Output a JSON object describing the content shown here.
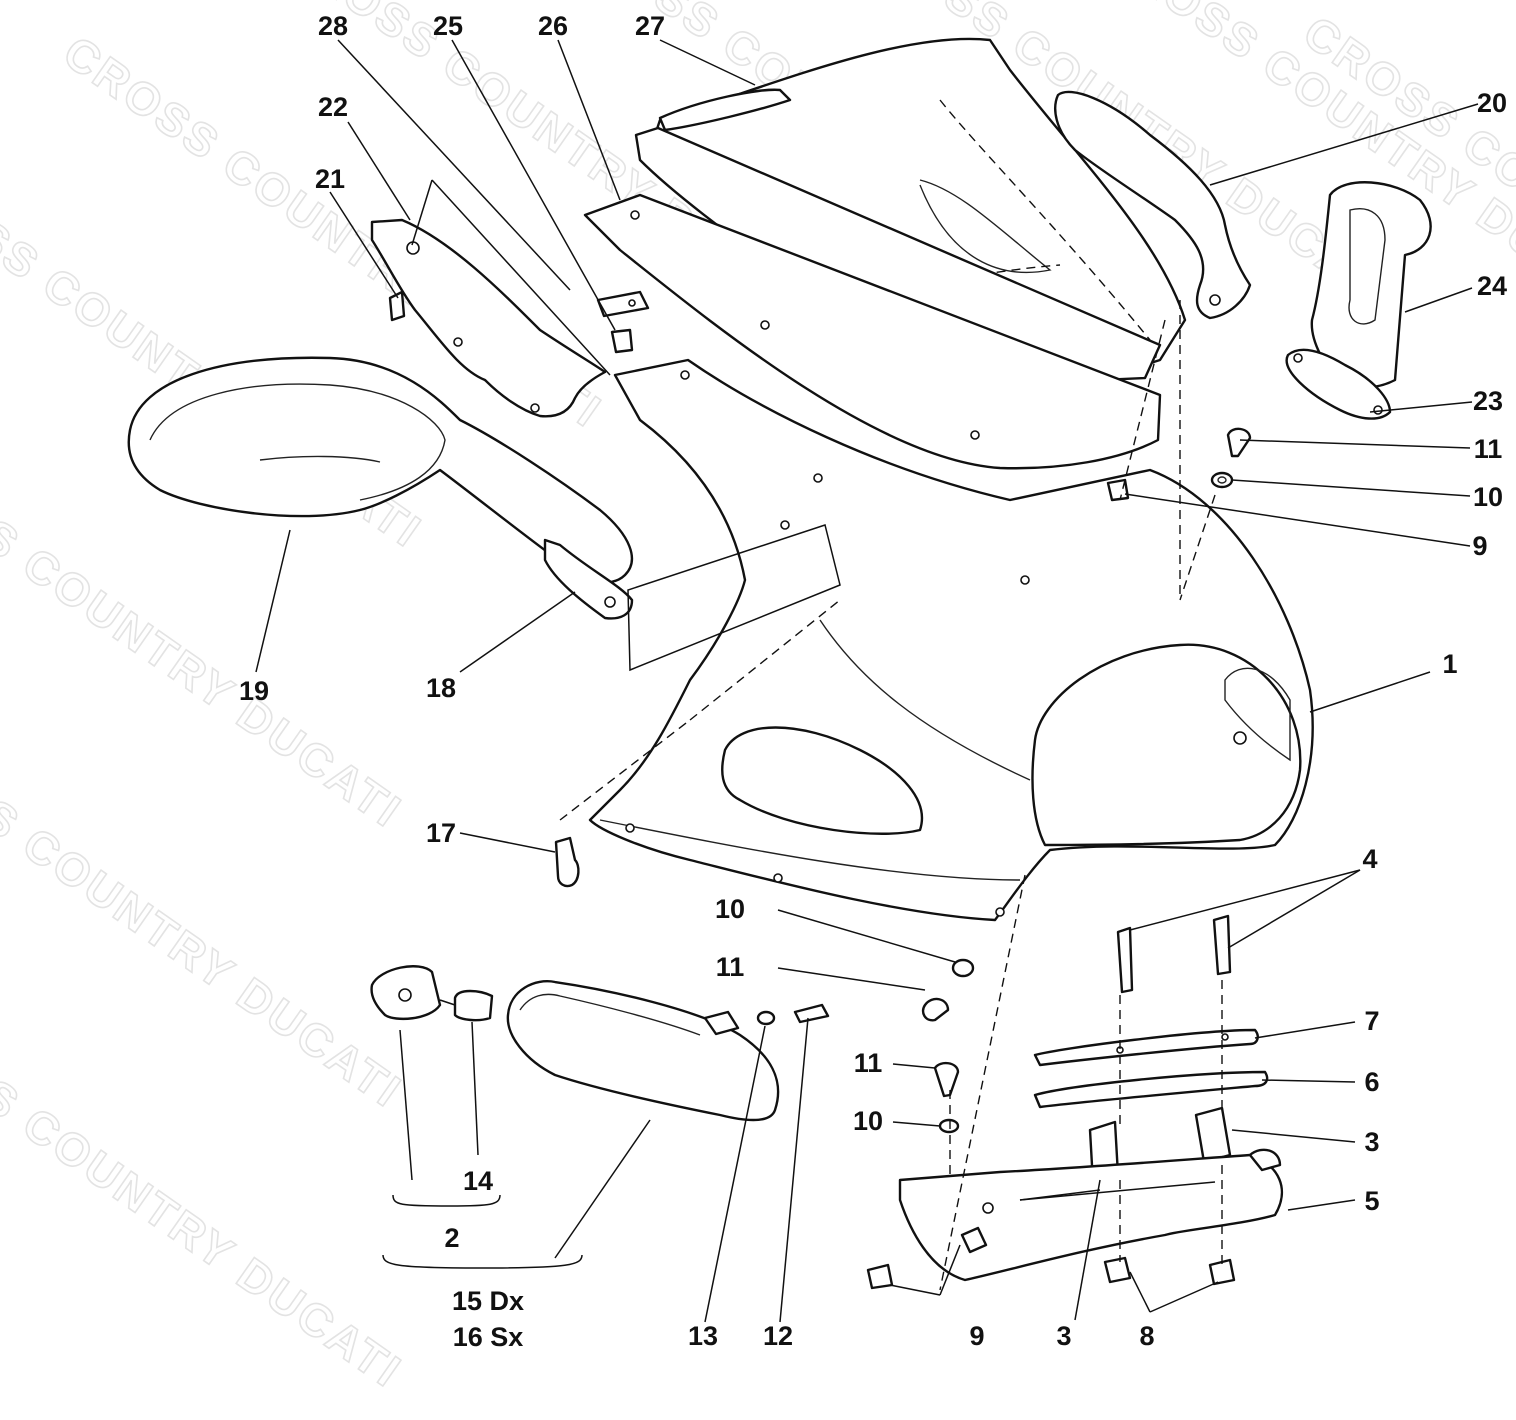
{
  "watermark": "CROSS COUNTRY DUCATI",
  "callouts": [
    {
      "id": "c28",
      "text": "28"
    },
    {
      "id": "c25",
      "text": "25"
    },
    {
      "id": "c26",
      "text": "26"
    },
    {
      "id": "c27",
      "text": "27"
    },
    {
      "id": "c22",
      "text": "22"
    },
    {
      "id": "c21",
      "text": "21"
    },
    {
      "id": "c20",
      "text": "20"
    },
    {
      "id": "c24",
      "text": "24"
    },
    {
      "id": "c23",
      "text": "23"
    },
    {
      "id": "c11a",
      "text": "11"
    },
    {
      "id": "c10a",
      "text": "10"
    },
    {
      "id": "c9a",
      "text": "9"
    },
    {
      "id": "c1",
      "text": "1"
    },
    {
      "id": "c19",
      "text": "19"
    },
    {
      "id": "c18",
      "text": "18"
    },
    {
      "id": "c17",
      "text": "17"
    },
    {
      "id": "c4",
      "text": "4"
    },
    {
      "id": "c10b",
      "text": "10"
    },
    {
      "id": "c11b",
      "text": "11"
    },
    {
      "id": "c7",
      "text": "7"
    },
    {
      "id": "c6",
      "text": "6"
    },
    {
      "id": "c11c",
      "text": "11"
    },
    {
      "id": "c10c",
      "text": "10"
    },
    {
      "id": "c3a",
      "text": "3"
    },
    {
      "id": "c5",
      "text": "5"
    },
    {
      "id": "c14",
      "text": "14"
    },
    {
      "id": "c2",
      "text": "2"
    },
    {
      "id": "c15",
      "text": "15 Dx"
    },
    {
      "id": "c16",
      "text": "16 Sx"
    },
    {
      "id": "c13",
      "text": "13"
    },
    {
      "id": "c12",
      "text": "12"
    },
    {
      "id": "c9b",
      "text": "9"
    },
    {
      "id": "c3b",
      "text": "3"
    },
    {
      "id": "c8",
      "text": "8"
    }
  ]
}
